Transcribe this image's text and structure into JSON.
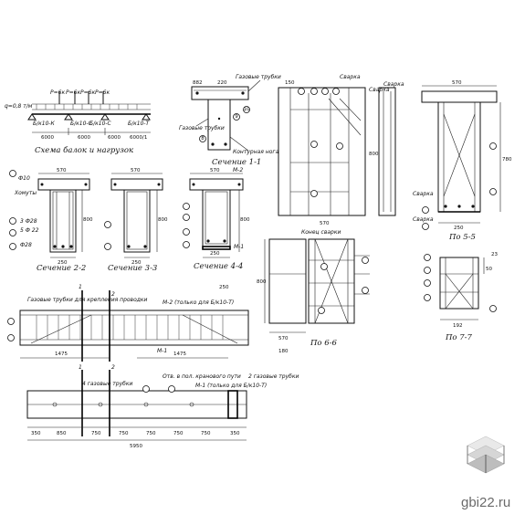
{
  "scheme": {
    "title": "Схема балок и нагрузок",
    "load": "q=0,8 т/м",
    "loads_top": [
      "Р=6к",
      "Р=6к",
      "Р=6к",
      "Р=6к"
    ],
    "beam_marks": [
      "Б/к10-К",
      "Б/к10-С",
      "Б/к10-С",
      "Б/к10-Т"
    ],
    "spans": [
      "6000",
      "6000",
      "6000",
      "6000/1"
    ]
  },
  "section11": {
    "title": "Сечение 1-1",
    "dims_top": [
      "882",
      "220"
    ],
    "notes": [
      "Газовые трубки",
      "Газовые трубки",
      "Контурная нога"
    ],
    "bars": [
      "9",
      "10",
      "8"
    ]
  },
  "section22": {
    "title": "Сечение 2-2",
    "width": "570",
    "height": "800",
    "base": "250",
    "notes": [
      "Ф10",
      "Хомуты",
      "3 Ф28",
      "5 Ф 22",
      "Ф28"
    ]
  },
  "section33": {
    "title": "Сечение 3-3",
    "width": "570",
    "height": "800",
    "base": "250"
  },
  "section44": {
    "title": "Сечение 4-4",
    "width": "570",
    "height": "800",
    "base": "250",
    "marks": [
      "М-2",
      "М-1"
    ]
  },
  "elevation_top": {
    "notes": [
      "Газовые трубки для крепления проводки",
      "М-2 (только для Б/к10-Т)",
      "М-1"
    ],
    "dims": [
      "1475",
      "1475",
      "250"
    ],
    "section_marks": [
      "1",
      "2"
    ]
  },
  "elevation_bottom": {
    "notes": [
      "4 газовые трубки",
      "Отв. в пол. кранового пути",
      "М-1 (только для Б/к10-Т)",
      "2 газовые трубки"
    ],
    "dims": [
      "350",
      "850",
      "750",
      "750",
      "750",
      "750",
      "750",
      "350"
    ],
    "total": "5950",
    "section_marks": [
      "1",
      "2"
    ]
  },
  "view66": {
    "title": "По 6-6",
    "dims": [
      "570",
      "180",
      "800"
    ],
    "note": "Конец сварки"
  },
  "view55": {
    "title": "По 5-5",
    "width": "570",
    "height": "780",
    "base": "250",
    "notes": [
      "Сварка",
      "Сварка",
      "Сварка"
    ]
  },
  "view77": {
    "title": "По 7-7",
    "dims": [
      "192",
      "50",
      "23"
    ]
  },
  "detail_right": {
    "dims": [
      "150",
      "800",
      "570"
    ],
    "notes": [
      "Сварка",
      "Сварка"
    ]
  },
  "brand": {
    "site": "gbi22.ru",
    "logo_colors": [
      "#bdbdbd",
      "#d6d6d6",
      "#e9e9e9"
    ]
  }
}
